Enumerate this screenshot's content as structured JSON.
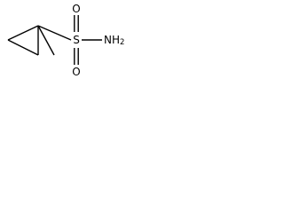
{
  "molecule": {
    "atoms": {
      "sulfur": "S",
      "oxygen_top": "O",
      "oxygen_bottom": "O",
      "amine_main": "NH",
      "amine_sub": "2"
    }
  }
}
